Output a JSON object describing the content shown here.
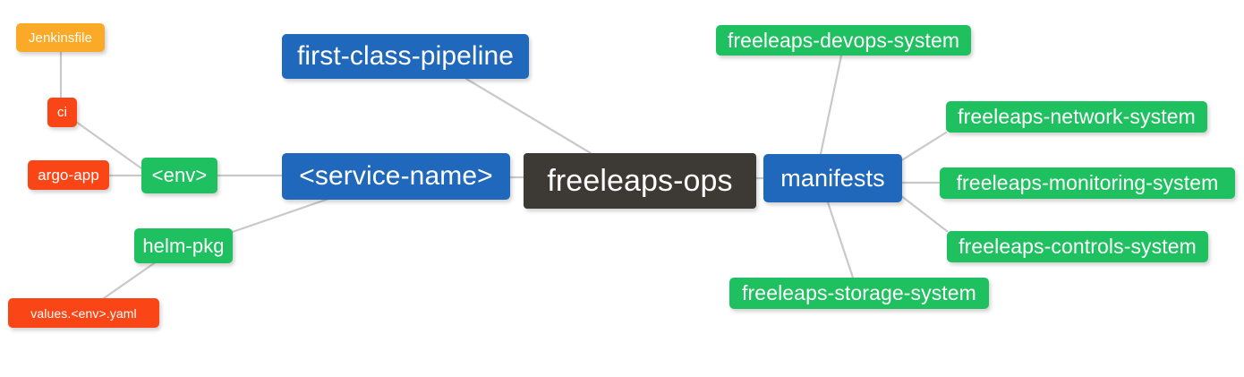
{
  "diagram": {
    "type": "mindmap",
    "title": "freeleaps-ops",
    "background_color": "#ffffff",
    "edge_color": "#c9c9c9",
    "colors": {
      "root": "#3d3935",
      "blue": "#2068bb",
      "green": "#1ec05f",
      "orange": "#fbaa28",
      "red": "#fa4616",
      "text": "#ffffff"
    }
  },
  "nodes": {
    "root": {
      "label": "freeleaps-ops"
    },
    "first_class_pipeline": {
      "label": "first-class-pipeline"
    },
    "service_name": {
      "label": "<service-name>"
    },
    "env": {
      "label": "<env>"
    },
    "ci": {
      "label": "ci"
    },
    "jenkinsfile": {
      "label": "Jenkinsfile"
    },
    "argo_app": {
      "label": "argo-app"
    },
    "helm_pkg": {
      "label": "helm-pkg"
    },
    "values_yaml": {
      "label": "values.<env>.yaml"
    },
    "manifests": {
      "label": "manifests"
    },
    "devops_system": {
      "label": "freeleaps-devops-system"
    },
    "network_system": {
      "label": "freeleaps-network-system"
    },
    "monitoring_system": {
      "label": "freeleaps-monitoring-system"
    },
    "controls_system": {
      "label": "freeleaps-controls-system"
    },
    "storage_system": {
      "label": "freeleaps-storage-system"
    }
  },
  "edges": [
    {
      "from": "first_class_pipeline",
      "to": "root"
    },
    {
      "from": "service_name",
      "to": "root"
    },
    {
      "from": "env",
      "to": "service_name"
    },
    {
      "from": "ci",
      "to": "env"
    },
    {
      "from": "jenkinsfile",
      "to": "ci"
    },
    {
      "from": "argo_app",
      "to": "env"
    },
    {
      "from": "helm_pkg",
      "to": "service_name"
    },
    {
      "from": "values_yaml",
      "to": "helm_pkg"
    },
    {
      "from": "manifests",
      "to": "root"
    },
    {
      "from": "devops_system",
      "to": "manifests"
    },
    {
      "from": "network_system",
      "to": "manifests"
    },
    {
      "from": "monitoring_system",
      "to": "manifests"
    },
    {
      "from": "controls_system",
      "to": "manifests"
    },
    {
      "from": "storage_system",
      "to": "manifests"
    }
  ]
}
